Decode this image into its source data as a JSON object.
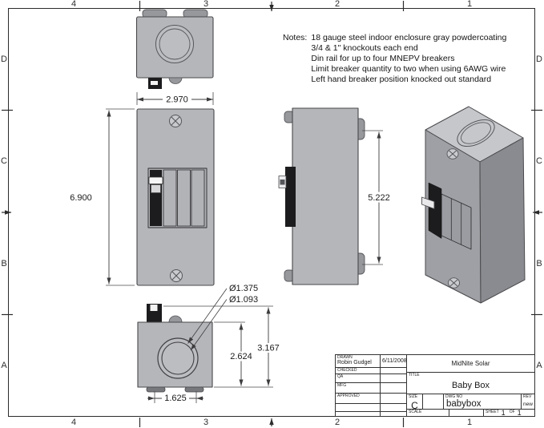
{
  "sheet": {
    "zones": {
      "columns": [
        "4",
        "3",
        "2",
        "1"
      ],
      "rows": [
        "D",
        "C",
        "B",
        "A"
      ]
    },
    "notes": {
      "label": "Notes:",
      "lines": [
        "18 gauge steel indoor enclosure gray powdercoating",
        "3/4 & 1\" knockouts each end",
        "Din rail for up to four MNEPV breakers",
        "Limit breaker quantity to two when using 6AWG wire",
        "Left hand breaker position knocked out standard"
      ]
    },
    "dimensions": {
      "front_width": "2.970",
      "front_height": "6.900",
      "mount_hole_spacing": "5.222",
      "knockout_outer_dia": "Ø1.375",
      "knockout_inner_dia": "Ø1.093",
      "body_depth": "2.624",
      "overall_depth": "3.167",
      "foot_spacing": "1.625"
    },
    "title_block": {
      "drawn_label": "DRAWN",
      "drawn_name": "Robin Gudgel",
      "drawn_date": "6/11/2008",
      "checked_label": "CHECKED",
      "qa_label": "QA",
      "mfg_label": "MFG",
      "approved_label": "APPROVED",
      "company": "MidNite Solar",
      "title_label": "TITLE",
      "title": "Baby Box",
      "size_label": "SIZE",
      "size": "C",
      "dwg_no_label": "DWG NO",
      "dwg_no": "babybox",
      "rev_label": "REV",
      "rev": "new",
      "scale_label": "SCALE",
      "sheet_label": "SHEET",
      "sheet_num": "1",
      "of_label": "OF",
      "sheet_total": "1"
    },
    "colors": {
      "body_gray": "#b5b6ba",
      "body_gray_light": "#bcbdc1",
      "panel_gray": "#b2b3b7",
      "foot_gray": "#97989c",
      "dark_part": "#1c1c1e",
      "screw_gray": "#c9cacd",
      "iso_top": "#c6c7cb",
      "iso_front": "#9fa0a5",
      "iso_side": "#8a8b90",
      "line": "#3c3c3e"
    }
  }
}
